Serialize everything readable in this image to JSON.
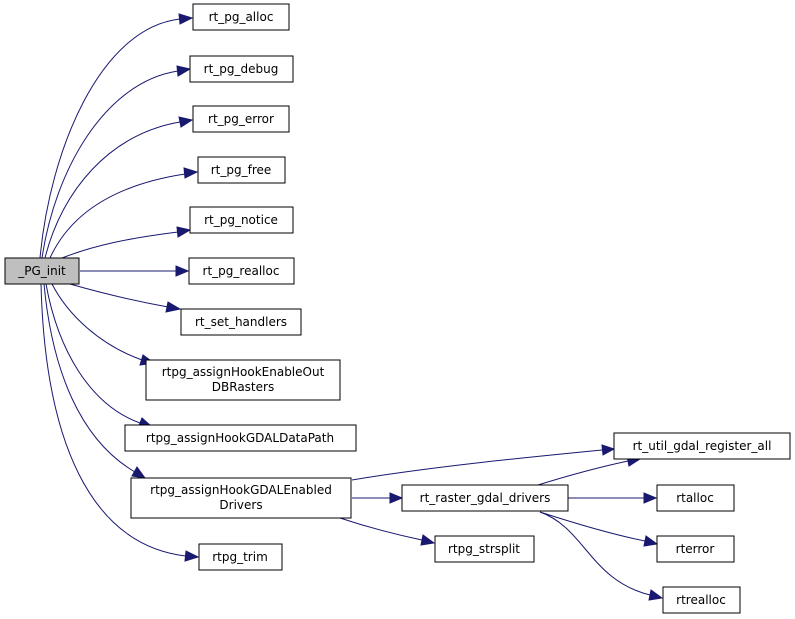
{
  "nodes": {
    "root": "_PG_init",
    "alloc": "rt_pg_alloc",
    "debug": "rt_pg_debug",
    "error": "rt_pg_error",
    "free": "rt_pg_free",
    "notice": "rt_pg_notice",
    "realloc": "rt_pg_realloc",
    "set_handlers": "rt_set_handlers",
    "enable_out_db_1": "rtpg_assignHookEnableOut",
    "enable_out_db_2": "DBRasters",
    "gdal_data_path": "rtpg_assignHookGDALDataPath",
    "gdal_enabled_1": "rtpg_assignHookGDALEnabled",
    "gdal_enabled_2": "Drivers",
    "trim": "rtpg_trim",
    "util_gdal_register_all": "rt_util_gdal_register_all",
    "raster_gdal_drivers": "rt_raster_gdal_drivers",
    "strsplit": "rtpg_strsplit",
    "rtalloc": "rtalloc",
    "rterror": "rterror",
    "rtrealloc": "rtrealloc"
  },
  "colors": {
    "edge": "#191970",
    "root_fill": "#bfbfbf",
    "node_fill": "#ffffff",
    "border": "#000000"
  }
}
